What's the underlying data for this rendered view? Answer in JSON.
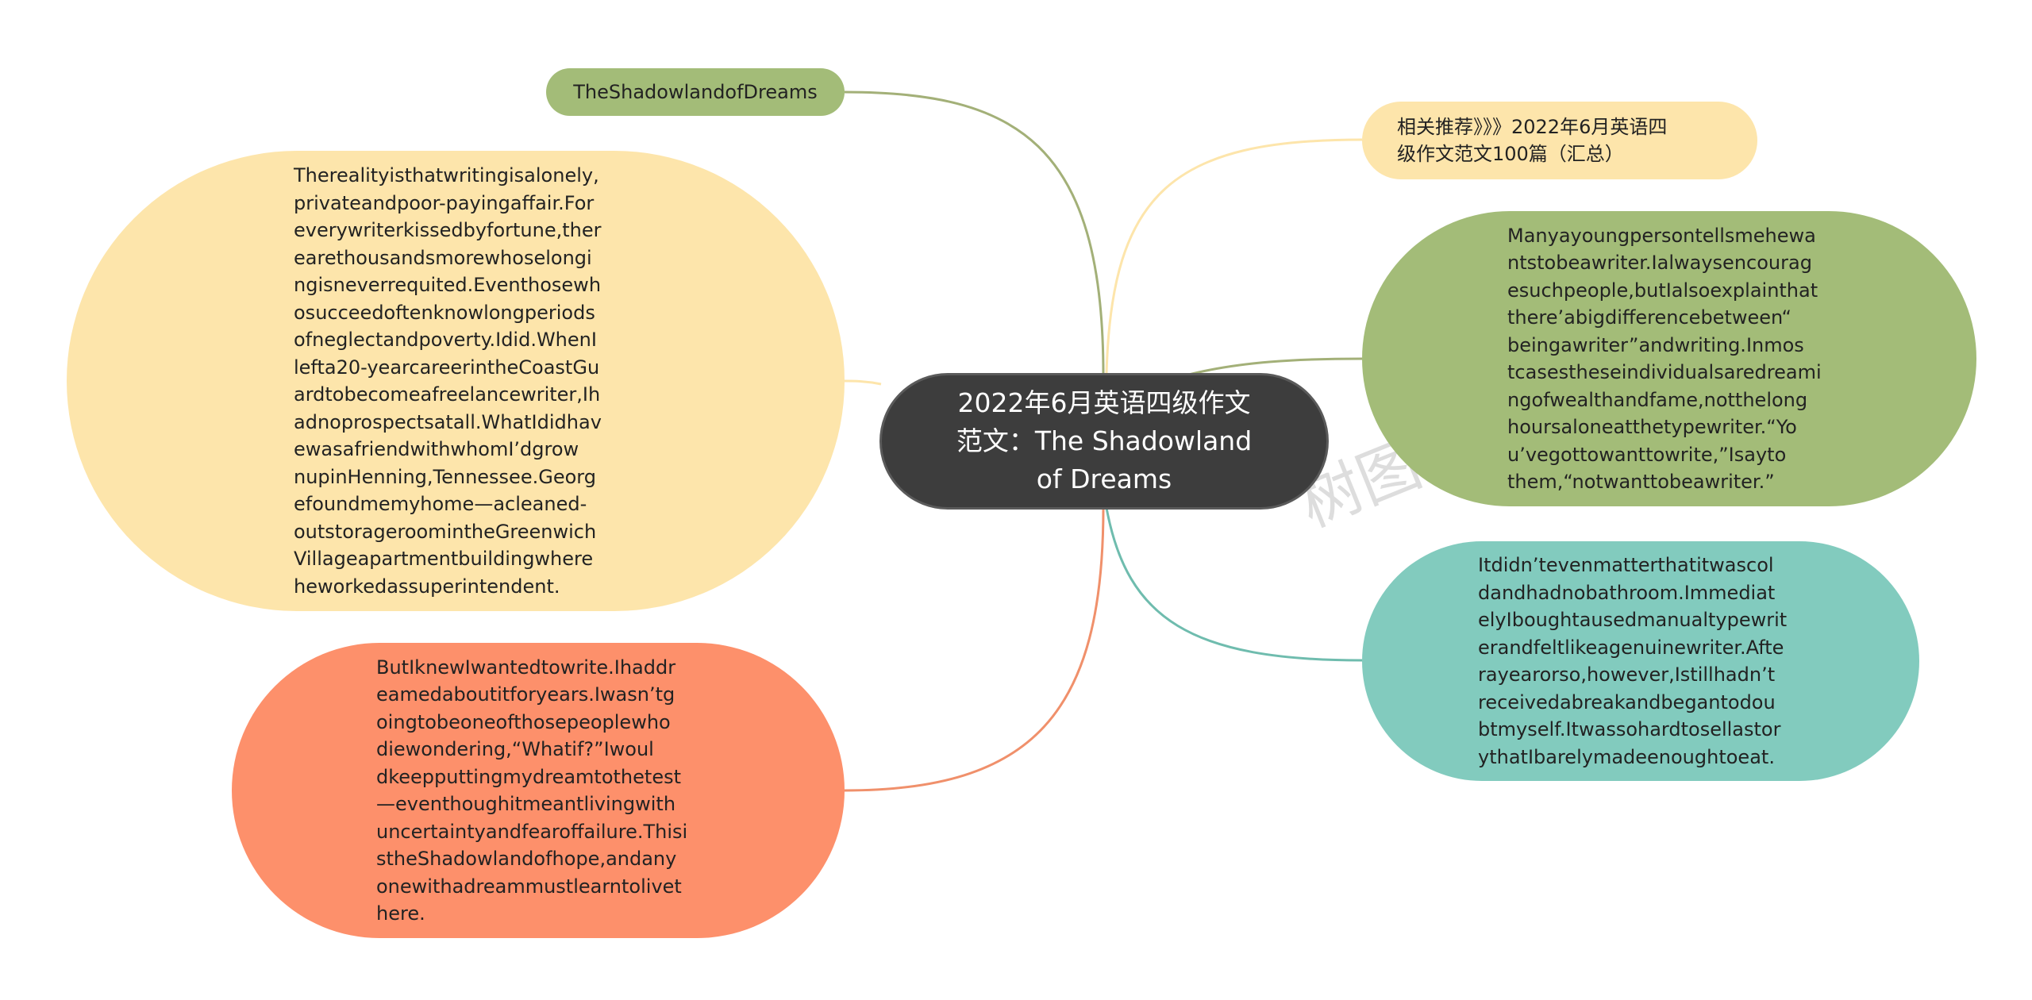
{
  "center": {
    "label": "2022年6月英语四级作文范文：The Shadowland of Dreams"
  },
  "branches": {
    "title": {
      "label": "TheShadowlandofDreams",
      "color": "#a3bc78"
    },
    "reality": {
      "label": "Therealityisthatwritingisalonely,\nprivateandpoor-payingaffair.For\neverywriterkissedbyfortune,ther\nearethousandsmorewhoselongi\nngisneverrequited.Eventhosewh\nosucceedoftenknowlongperiods\nofneglectandpoverty.Idid.WhenI\nlefta20-yearcareerintheCoastGu\nardtobecomeafreelancewriter,Ih\nadnoprospectsatall.WhatIdidhav\newasafriendwithwhomI’dgrow\nnupinHenning,Tennessee.Georg\nefoundmemyhome—acleaned-\noutstorageroomintheGreenwich\nVillageapartmentbuildingwhere\nheworkedassuperintendent.",
      "color": "#fde5ab"
    },
    "knew": {
      "label": "ButIknewIwantedtowrite.Ihaddr\neamedaboutitforyears.Iwasn’tg\noingtobeoneofthosepeoplewho\ndiewondering,“Whatif?”Iwoul\ndkeepputtingmydreamtothetest\n—eventhoughitmeantlivingwith\nuncertaintyandfearoffailure.Thisi\nstheShadowlandofhope,andany\nonewithadreammustlearntolivet\nhere.",
      "color": "#fd906b"
    },
    "related": {
      "label": "相关推荐》》》2022年6月英语四\n级作文范文100篇（汇总）",
      "color": "#fde5ab"
    },
    "many": {
      "label": "Manyayoungpersontellsmehewa\nntstobeawriter.Ialwaysencourag\nesuchpeople,butIalsoexplainthat\nthere’abigdifferencebetween“\nbeingawriter”andwriting.Inmos\ntcasestheseindividualsaredreami\nngofwealthandfame,notthelong\nhoursaloneatthetypewriter.“Yo\nu’vegottowanttowrite,”Isayto\nthem,“notwanttobeawriter.”",
      "color": "#a3bc78"
    },
    "didnt": {
      "label": "Itdidn’tevenmatterthatitwascol\ndandhadnobathroom.Immediat\nelyIboughtausedmanualtypewrit\nerandfeltlikeagenuinewriter.Afte\nrayearorso,however,Istillhadn’t\nreceivedabreakandbegantodou\nbtmyself.Itwassohardtosellastor\nythatIbarelymadeenoughtoeat.",
      "color": "#82cbbe"
    }
  },
  "link_colors": {
    "title": "#a3b078",
    "reality": "#fde5ab",
    "knew": "#f0906b",
    "related": "#fde5ab",
    "many": "#a3b078",
    "didnt": "#6fbcae"
  },
  "watermark": {
    "left": "树图 shutu.cn",
    "right": "树图 shutu.cn"
  }
}
